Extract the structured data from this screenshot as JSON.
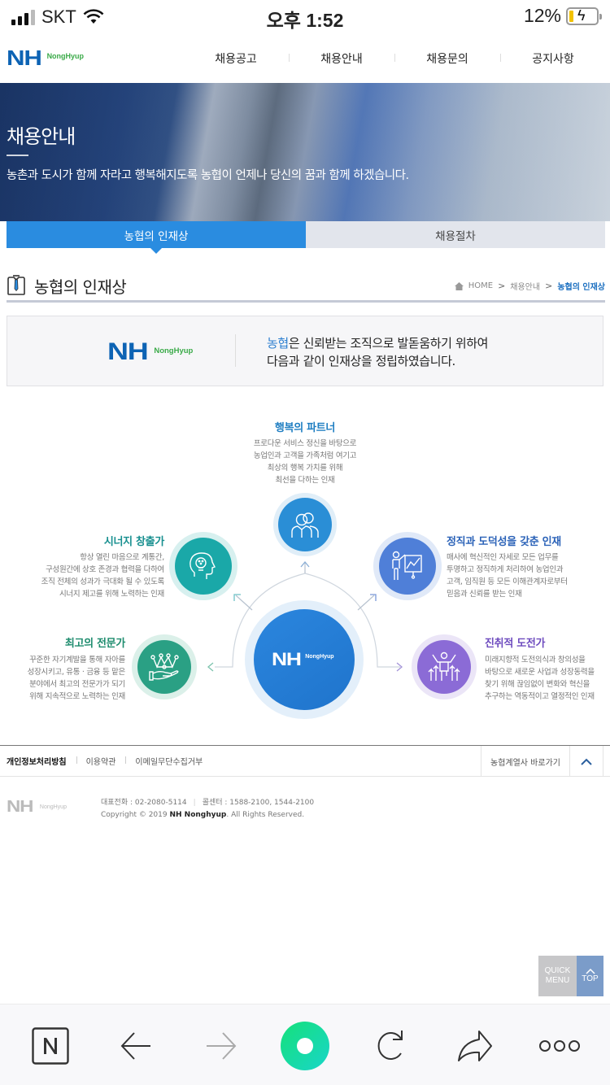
{
  "status_bar": {
    "carrier": "SKT",
    "time": "오후 1:52",
    "battery": "12%"
  },
  "header": {
    "logo_main": "NH",
    "logo_sub": "NongHyup",
    "nav": [
      {
        "label": "채용공고"
      },
      {
        "label": "채용안내"
      },
      {
        "label": "채용문의"
      },
      {
        "label": "공지사항"
      }
    ]
  },
  "hero": {
    "title": "채용안내",
    "description": "농촌과 도시가 함께 자라고 행복해지도록 농협이 언제나 당신의 꿈과 함께 하겠습니다."
  },
  "tabs": [
    {
      "label": "농협의 인재상",
      "active": true
    },
    {
      "label": "채용절차",
      "active": false
    }
  ],
  "page": {
    "title": "농협의 인재상",
    "breadcrumb": {
      "home": "HOME",
      "level1": "채용안내",
      "current": "농협의 인재상"
    }
  },
  "intro": {
    "logo_main": "NH",
    "logo_sub": "NongHyup",
    "highlight": "농협",
    "line1_rest": "은 신뢰받는 조직으로 발돋움하기 위하여",
    "line2": "다음과 같이 인재상을 정립하였습니다."
  },
  "diagram": {
    "center": {
      "logo_main": "NH",
      "logo_sub": "NongHyup",
      "color": "#2a84dc"
    },
    "nodes": [
      {
        "id": "partner",
        "title": "행복의 파트너",
        "color": "#2a8ed6",
        "icon": "people-icon",
        "lines": [
          "프로다운 서비스 정신을 바탕으로",
          "농업인과 고객을 가족처럼 여기고",
          "최상의 행복 가치를 위해",
          "최선을 다하는 인재"
        ]
      },
      {
        "id": "synergy",
        "title": "시너지 창출가",
        "color": "#1aa8a8",
        "icon": "lightbulb-head-icon",
        "lines": [
          "항상 열린 마음으로 계통간,",
          "구성원간에 상호 존경과 협력을 다하여",
          "조직 전체의 성과가 극대화 될 수 있도록",
          "시너지 제고를 위해 노력하는 인재"
        ]
      },
      {
        "id": "integrity",
        "title": "정직과 도덕성을 갖춘 인재",
        "color": "#4f7fd8",
        "icon": "presenter-chart-icon",
        "lines": [
          "매사에 혁신적인 자세로 모든 업무를",
          "투명하고 정직하게 처리하여 농업인과",
          "고객, 임직원 등 모든 이해관계자로부터",
          "믿음과 신뢰를 받는 인재"
        ]
      },
      {
        "id": "expert",
        "title": "최고의 전문가",
        "color": "#2aa084",
        "icon": "crown-hand-icon",
        "lines": [
          "꾸준한 자기계발을 통해 자아를",
          "성장시키고, 유통 · 금융 등 맡은",
          "분야에서 최고의 전문가가 되기",
          "위해 지속적으로 노력하는 인재"
        ]
      },
      {
        "id": "challenger",
        "title": "진취적 도전가",
        "color": "#8b6bd6",
        "icon": "growth-person-icon",
        "lines": [
          "미래지향적 도전의식과 창의성을",
          "바탕으로 새로운 사업과 성장동력을",
          "찾기 위해 끊임없이 변화와 혁신을",
          "추구하는 역동적이고 열정적인 인재"
        ]
      }
    ]
  },
  "footer": {
    "links": [
      {
        "label": "개인정보처리방침"
      },
      {
        "label": "이용약관"
      },
      {
        "label": "이메일무단수집거부"
      }
    ],
    "family_link": "농협계열사 바로가기",
    "logo_main": "NH",
    "logo_sub": "NongHyup",
    "phone": "대표전화 : 02-2080-5114",
    "callcenter": "콜센터 : 1588-2100, 1544-2100",
    "copyright_pre": "Copyright © 2019 ",
    "copyright_brand": "NH Nonghyup",
    "copyright_post": ". All Rights Reserved."
  },
  "quick_menu": {
    "quick_line1": "QUICK",
    "quick_line2": "MENU",
    "top_label": "TOP"
  }
}
